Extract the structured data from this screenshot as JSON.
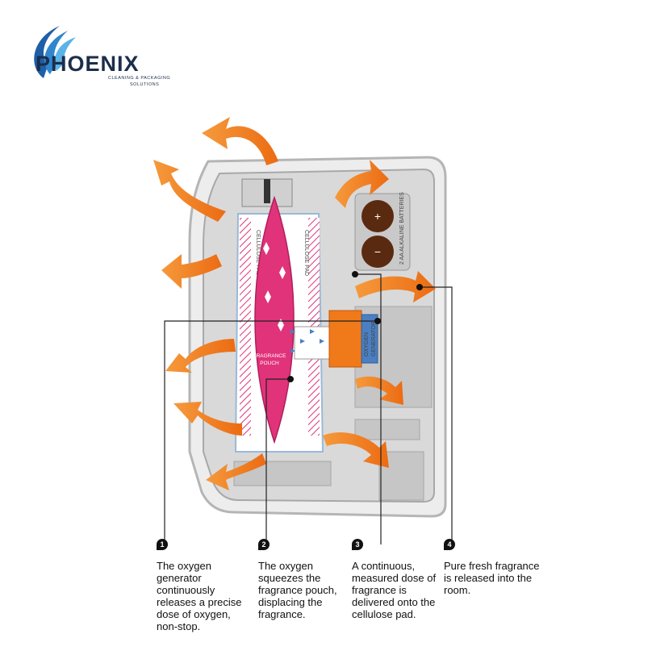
{
  "logo": {
    "name": "PHOENIX",
    "tagline_line1": "CLEANING & PACKAGING",
    "tagline_line2": "SOLUTIONS"
  },
  "device": {
    "cellulose_pad_left": "CELLULOSE PAD",
    "cellulose_pad_right": "CELLULOSE PAD",
    "pouch_line1": "FRAGRANCE",
    "pouch_line2": "POUCH",
    "generator_line1": "OXYGEN",
    "generator_line2": "GENERATOR",
    "battery_label": "2 AA ALKALINE BATTERIES",
    "battery_plus": "+",
    "battery_minus": "−"
  },
  "steps": [
    {
      "number": "1",
      "text": "The oxygen generator continuously releases a precise dose of oxygen, non-stop."
    },
    {
      "number": "2",
      "text": "The oxygen squeezes the fragrance pouch, displacing the fragrance."
    },
    {
      "number": "3",
      "text": "A continuous, measured dose of fragrance is delivered onto the cellulose pad."
    },
    {
      "number": "4",
      "text": "Pure fresh fragrance is released into the room."
    }
  ],
  "colors": {
    "arrow_orange": "#F07A1A",
    "pouch_pink": "#E0337A",
    "battery_brown": "#5A2A10",
    "generator_blue": "#4A7FC1",
    "housing_gray": "#D8D8D8",
    "logo_blue": "#1E5FA8"
  }
}
